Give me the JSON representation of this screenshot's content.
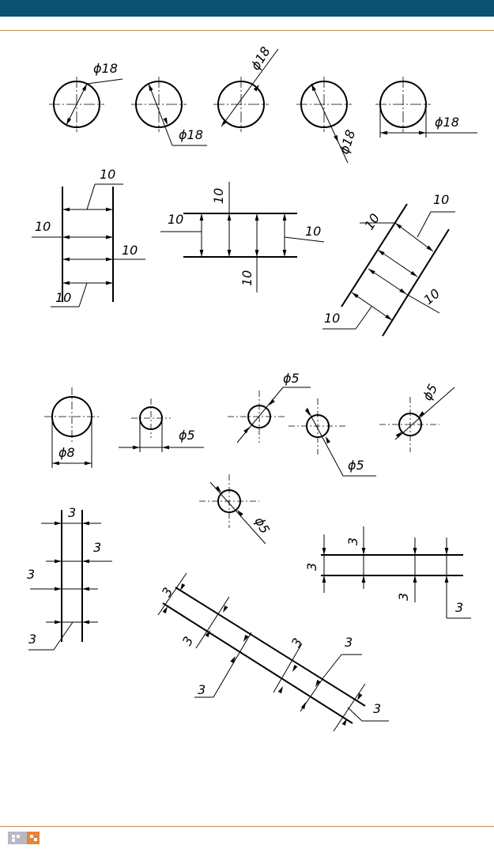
{
  "colors": {
    "header_bar": "#0b5170",
    "rule": "#c8895a",
    "logo_gray": "#b8b8c2",
    "logo_orange": "#e8833a"
  },
  "icons": {
    "footer": "publisher-logo-icon"
  },
  "dimensions": {
    "d18": "ϕ18",
    "ten": "10",
    "d8": "ϕ8",
    "d5": "ϕ5",
    "three": "3"
  }
}
